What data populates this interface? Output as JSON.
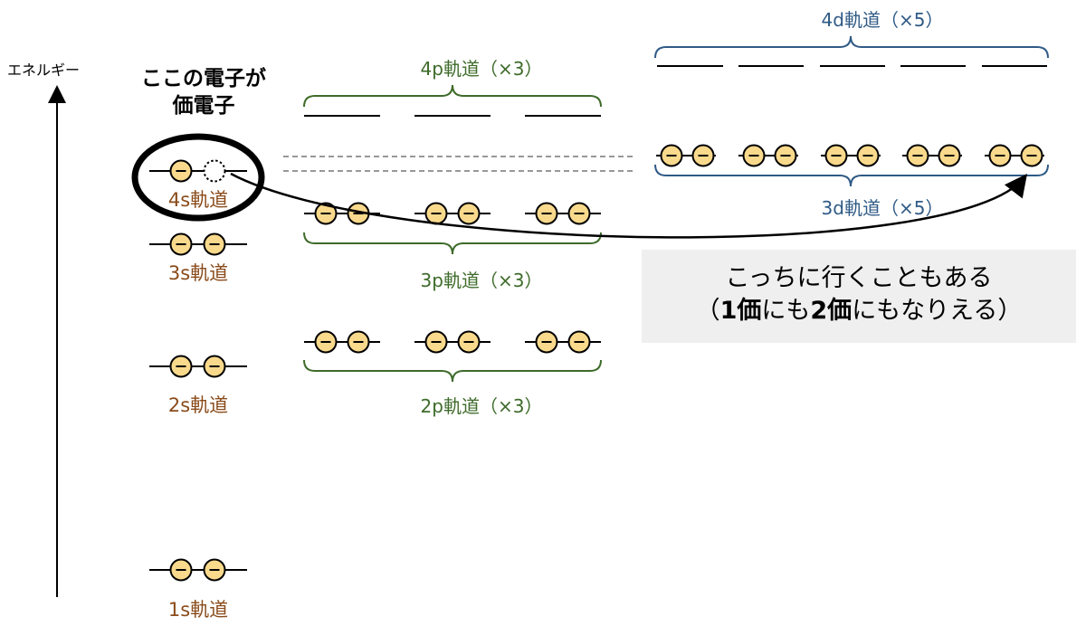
{
  "axis": {
    "label": "エネルギー"
  },
  "valence_callout": {
    "line1": "ここの電子が",
    "line2": "価電子"
  },
  "orbitals": {
    "s1": "1s軌道",
    "s2": "2s軌道",
    "s3": "3s軌道",
    "s4": "4s軌道",
    "p2": "2p軌道（×3）",
    "p3": "3p軌道（×3）",
    "p4": "4p軌道（×3）",
    "d3": "3d軌道（×5）",
    "d4": "4d軌道（×5）"
  },
  "note": {
    "line1": "こっちに行くこともある",
    "line2_a": "（",
    "line2_b": "1価",
    "line2_c": "にも",
    "line2_d": "2価",
    "line2_e": "にもなりえる）"
  },
  "colors": {
    "electron_fill": "#f9d98c",
    "s_label": "#8a4b1a",
    "p_label": "#3e6b2a",
    "d_label": "#2f5a86",
    "note_bg": "#efefef"
  },
  "icons": {
    "electron": "minus-circle-icon",
    "vacancy": "dotted-circle-icon"
  }
}
